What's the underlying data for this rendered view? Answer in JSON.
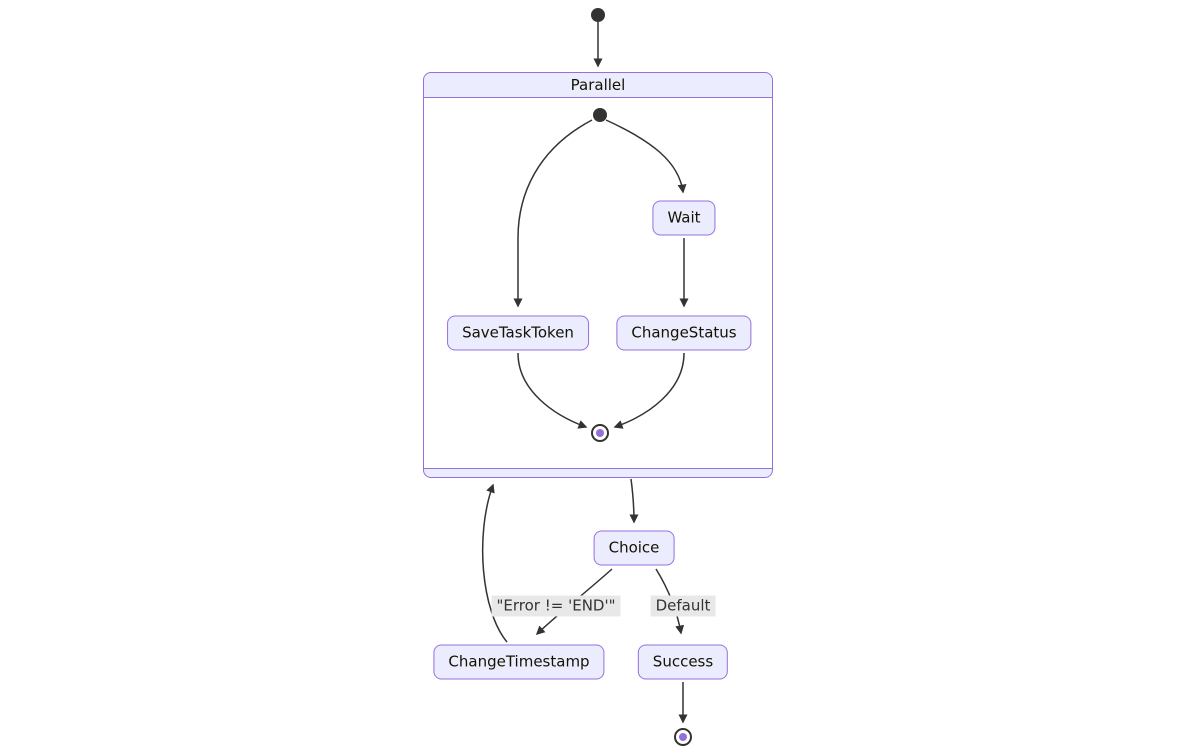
{
  "diagram": {
    "type": "state-diagram",
    "composite": {
      "title": "Parallel"
    },
    "nodes": {
      "wait": "Wait",
      "save_task_token": "SaveTaskToken",
      "change_status": "ChangeStatus",
      "choice": "Choice",
      "change_timestamp": "ChangeTimestamp",
      "success": "Success"
    },
    "edge_labels": {
      "error_condition": "\"Error != 'END'\"",
      "default_condition": "Default"
    },
    "markers": {
      "initial_state": "filled-circle",
      "final_state": "ring-with-dot"
    },
    "colors": {
      "node_fill": "#ECECFF",
      "node_border": "#9370DB",
      "edge_stroke": "#333333",
      "edge_label_bg": "#e8e8e8",
      "final_inner_dot": "#9370DB",
      "start_dot": "#333333",
      "text": "#131300",
      "background": "#ffffff"
    }
  }
}
